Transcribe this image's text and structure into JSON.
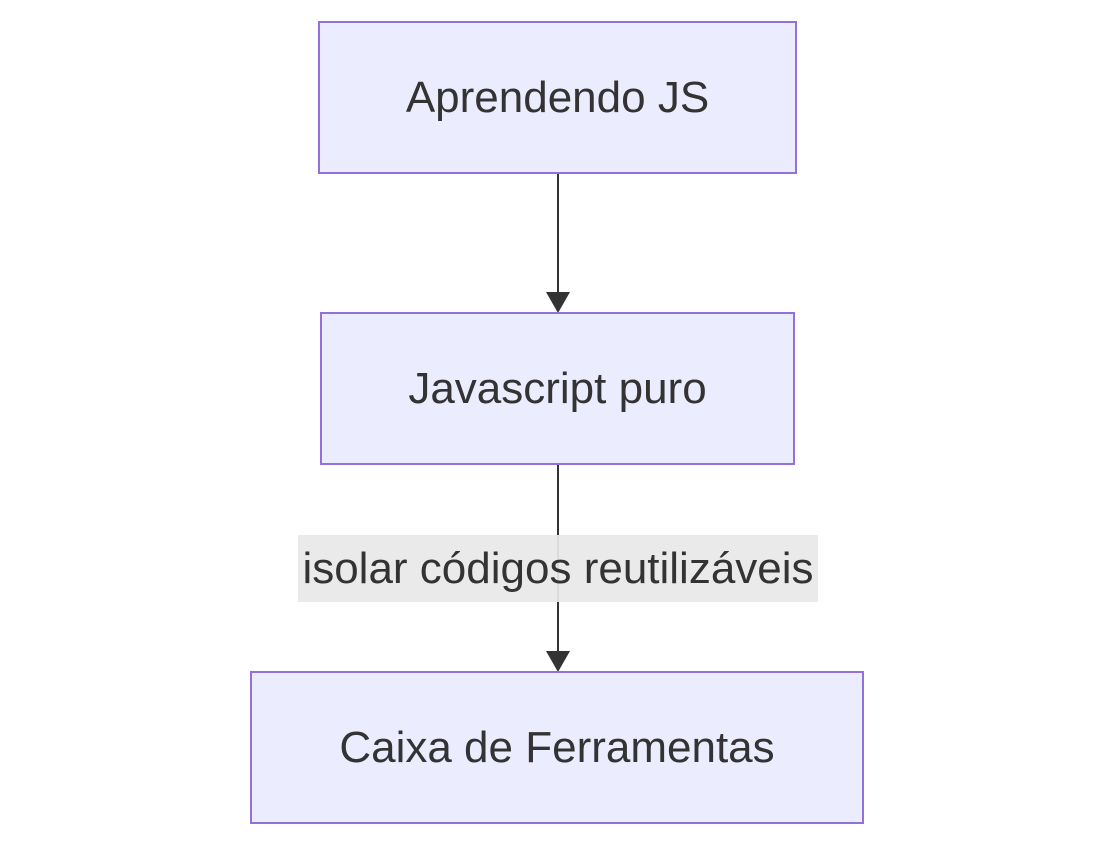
{
  "diagram": {
    "type": "flowchart",
    "direction": "top-down",
    "colors": {
      "node_fill": "#ececff",
      "node_border": "#9370db",
      "text": "#333333",
      "edge": "#333333",
      "edge_label_background": "#e8e8e8"
    },
    "nodes": [
      {
        "id": "node-1",
        "label": "Aprendendo JS"
      },
      {
        "id": "node-2",
        "label": "Javascript puro"
      },
      {
        "id": "node-3",
        "label": "Caixa de Ferramentas"
      }
    ],
    "edges": [
      {
        "from": "node-1",
        "to": "node-2",
        "label": ""
      },
      {
        "from": "node-2",
        "to": "node-3",
        "label": "isolar códigos reutilizáveis"
      }
    ]
  }
}
